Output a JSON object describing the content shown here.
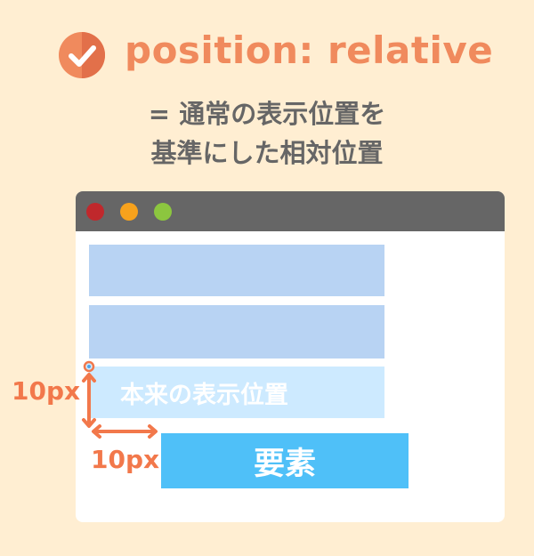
{
  "header": {
    "icon": "check-circle-icon",
    "title": "position: relative",
    "subtitle_line1": "= 通常の表示位置を",
    "subtitle_line2": "基準にした相対位置"
  },
  "browser": {
    "window_buttons": [
      "close-dot",
      "minimize-dot",
      "maximize-dot"
    ],
    "original_position_label": "本来の表示位置",
    "element_label": "要素"
  },
  "offsets": {
    "vertical_label": "10px",
    "horizontal_label": "10px"
  },
  "colors": {
    "background": "#ffeed2",
    "accent": "#f08a5d",
    "titlebar": "#666666",
    "static_block": "#b8d3f3",
    "original_block": "#cdeaff",
    "element_block": "#4fc0f8",
    "arrow": "#f2784b"
  }
}
